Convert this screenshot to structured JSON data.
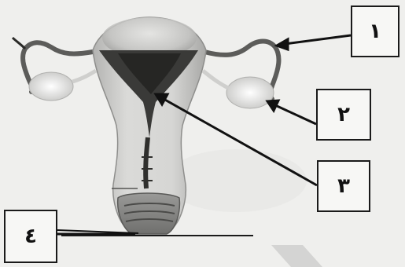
{
  "labels": {
    "one": "١",
    "two": "٢",
    "three": "٣",
    "four": "٤"
  },
  "colors": {
    "background": "#efefed",
    "outline": "#1a1a1a",
    "tissue_light": "#d4d4d2",
    "tissue_mid": "#a9a9a7",
    "cavity_dark": "#3a3a38"
  }
}
